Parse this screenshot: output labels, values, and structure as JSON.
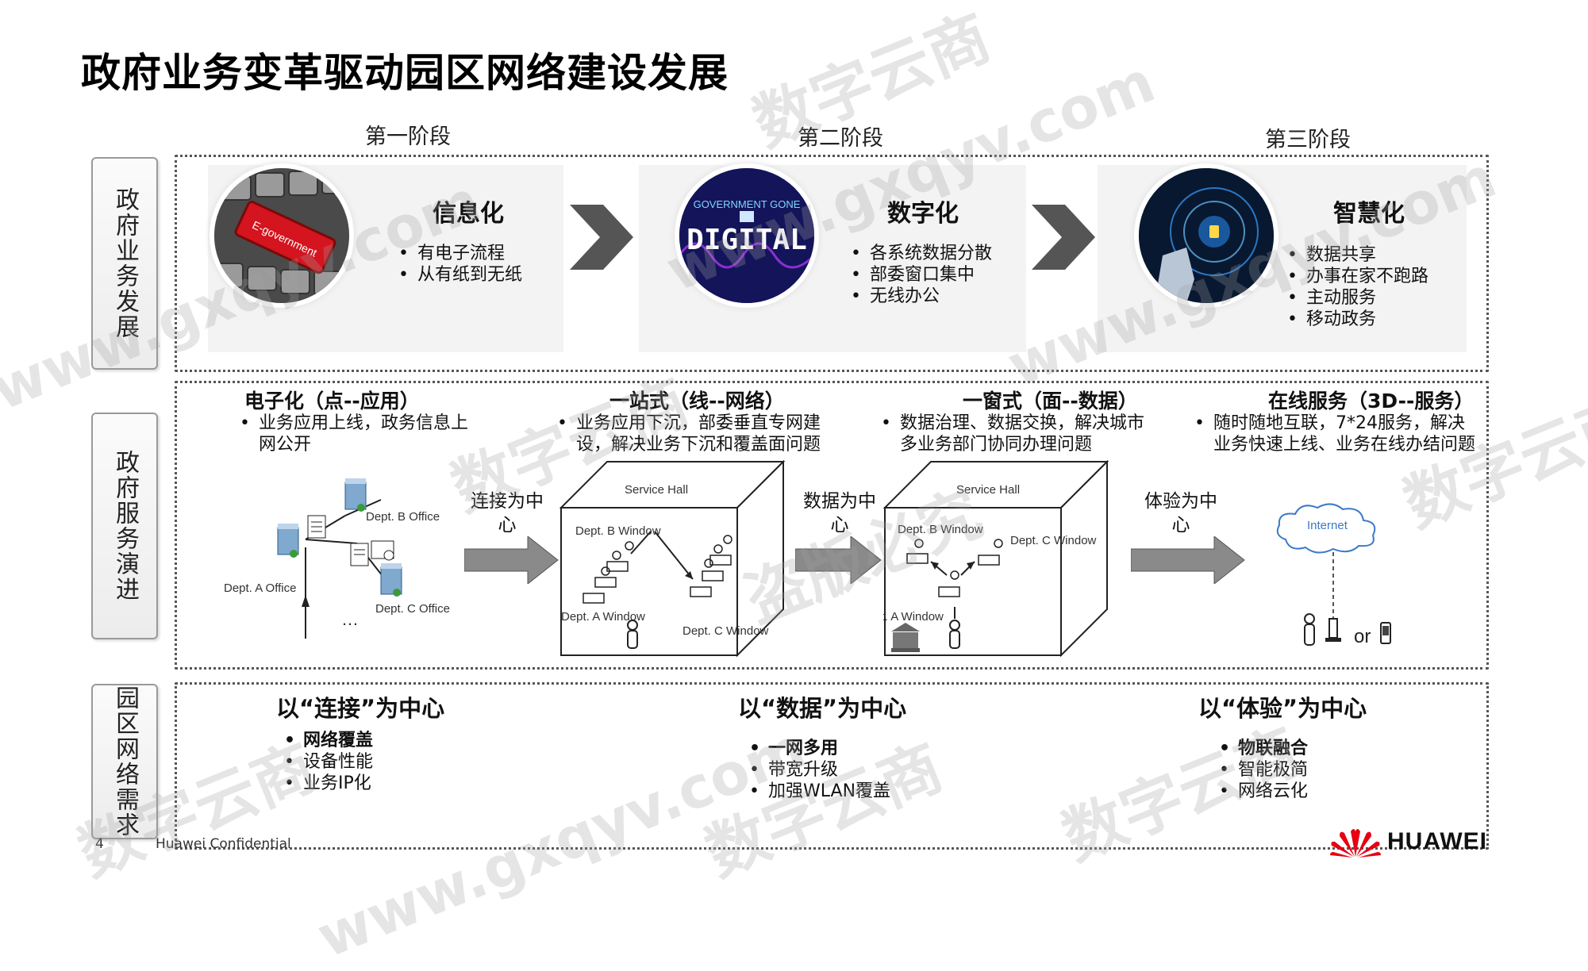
{
  "title": "政府业务变革驱动园区网络建设发展",
  "stages": [
    "第一阶段",
    "第二阶段",
    "第三阶段"
  ],
  "side_labels": [
    "政府业务发展",
    "政府服务演进",
    "园区网络需求"
  ],
  "phases": [
    {
      "title": "信息化",
      "items": [
        "有电子流程",
        "从有纸到无纸"
      ],
      "image_text": "E-government"
    },
    {
      "title": "数字化",
      "items": [
        "各系统数据分散",
        "部委窗口集中",
        "无线办公"
      ],
      "image_text_top": "GOVERNMENT GONE",
      "image_text_main": "DIGITAL"
    },
    {
      "title": "智慧化",
      "items": [
        "数据共享",
        "办事在家不跑路",
        "主动服务",
        "移动政务"
      ]
    }
  ],
  "services": [
    {
      "title": "电子化（点--应用）",
      "desc": "业务应用上线，政务信息上网公开"
    },
    {
      "title": "一站式（线--网络）",
      "desc": "业务应用下沉，部委垂直专网建设，解决业务下沉和覆盖面问题"
    },
    {
      "title": "一窗式（面--数据）",
      "desc": "数据治理、数据交换，解决城市多业务部门协同办理问题"
    },
    {
      "title": "在线服务（3D--服务）",
      "desc": "随时随地互联，7*24服务，解决业务快速上线、业务在线办结问题"
    }
  ],
  "diagram1": {
    "dept_a": "Dept. A Office",
    "dept_b": "Dept. B Office",
    "dept_c": "Dept. C Office",
    "ellipsis": "…"
  },
  "diagram2": {
    "hall": "Service Hall",
    "win_a": "Dept. A Window",
    "win_b": "Dept. B Window",
    "win_c": "Dept. C Window"
  },
  "diagram3": {
    "hall": "Service Hall",
    "win_a": "Dept. A Window",
    "win_b": "Dept. B Window",
    "win_c": "Dept. C Window"
  },
  "diagram4": {
    "cloud": "Internet",
    "or": "or"
  },
  "arrow_labels": [
    "连接为中心",
    "数据为中心",
    "体验为中心"
  ],
  "requirements": [
    {
      "title": "以“连接”为中心",
      "items": [
        "网络覆盖",
        "设备性能",
        "业务IP化"
      ],
      "bold_first": true
    },
    {
      "title": "以“数据”为中心",
      "items": [
        "一网多用",
        "带宽升级",
        "加强WLAN覆盖"
      ],
      "bold_first": true
    },
    {
      "title": "以“体验”为中心",
      "items": [
        "物联融合",
        "智能极简",
        "网络云化"
      ],
      "bold_first": true
    }
  ],
  "footer": {
    "page": "4",
    "confidential": "Huawei Confidential",
    "brand": "HUAWEI"
  },
  "watermarks": [
    "数字云商",
    "www.gxqyv.com",
    "盗版必究"
  ],
  "colors": {
    "huawei_red": "#e60012",
    "arrow_gray": "#888888",
    "chevron": "#555555"
  }
}
